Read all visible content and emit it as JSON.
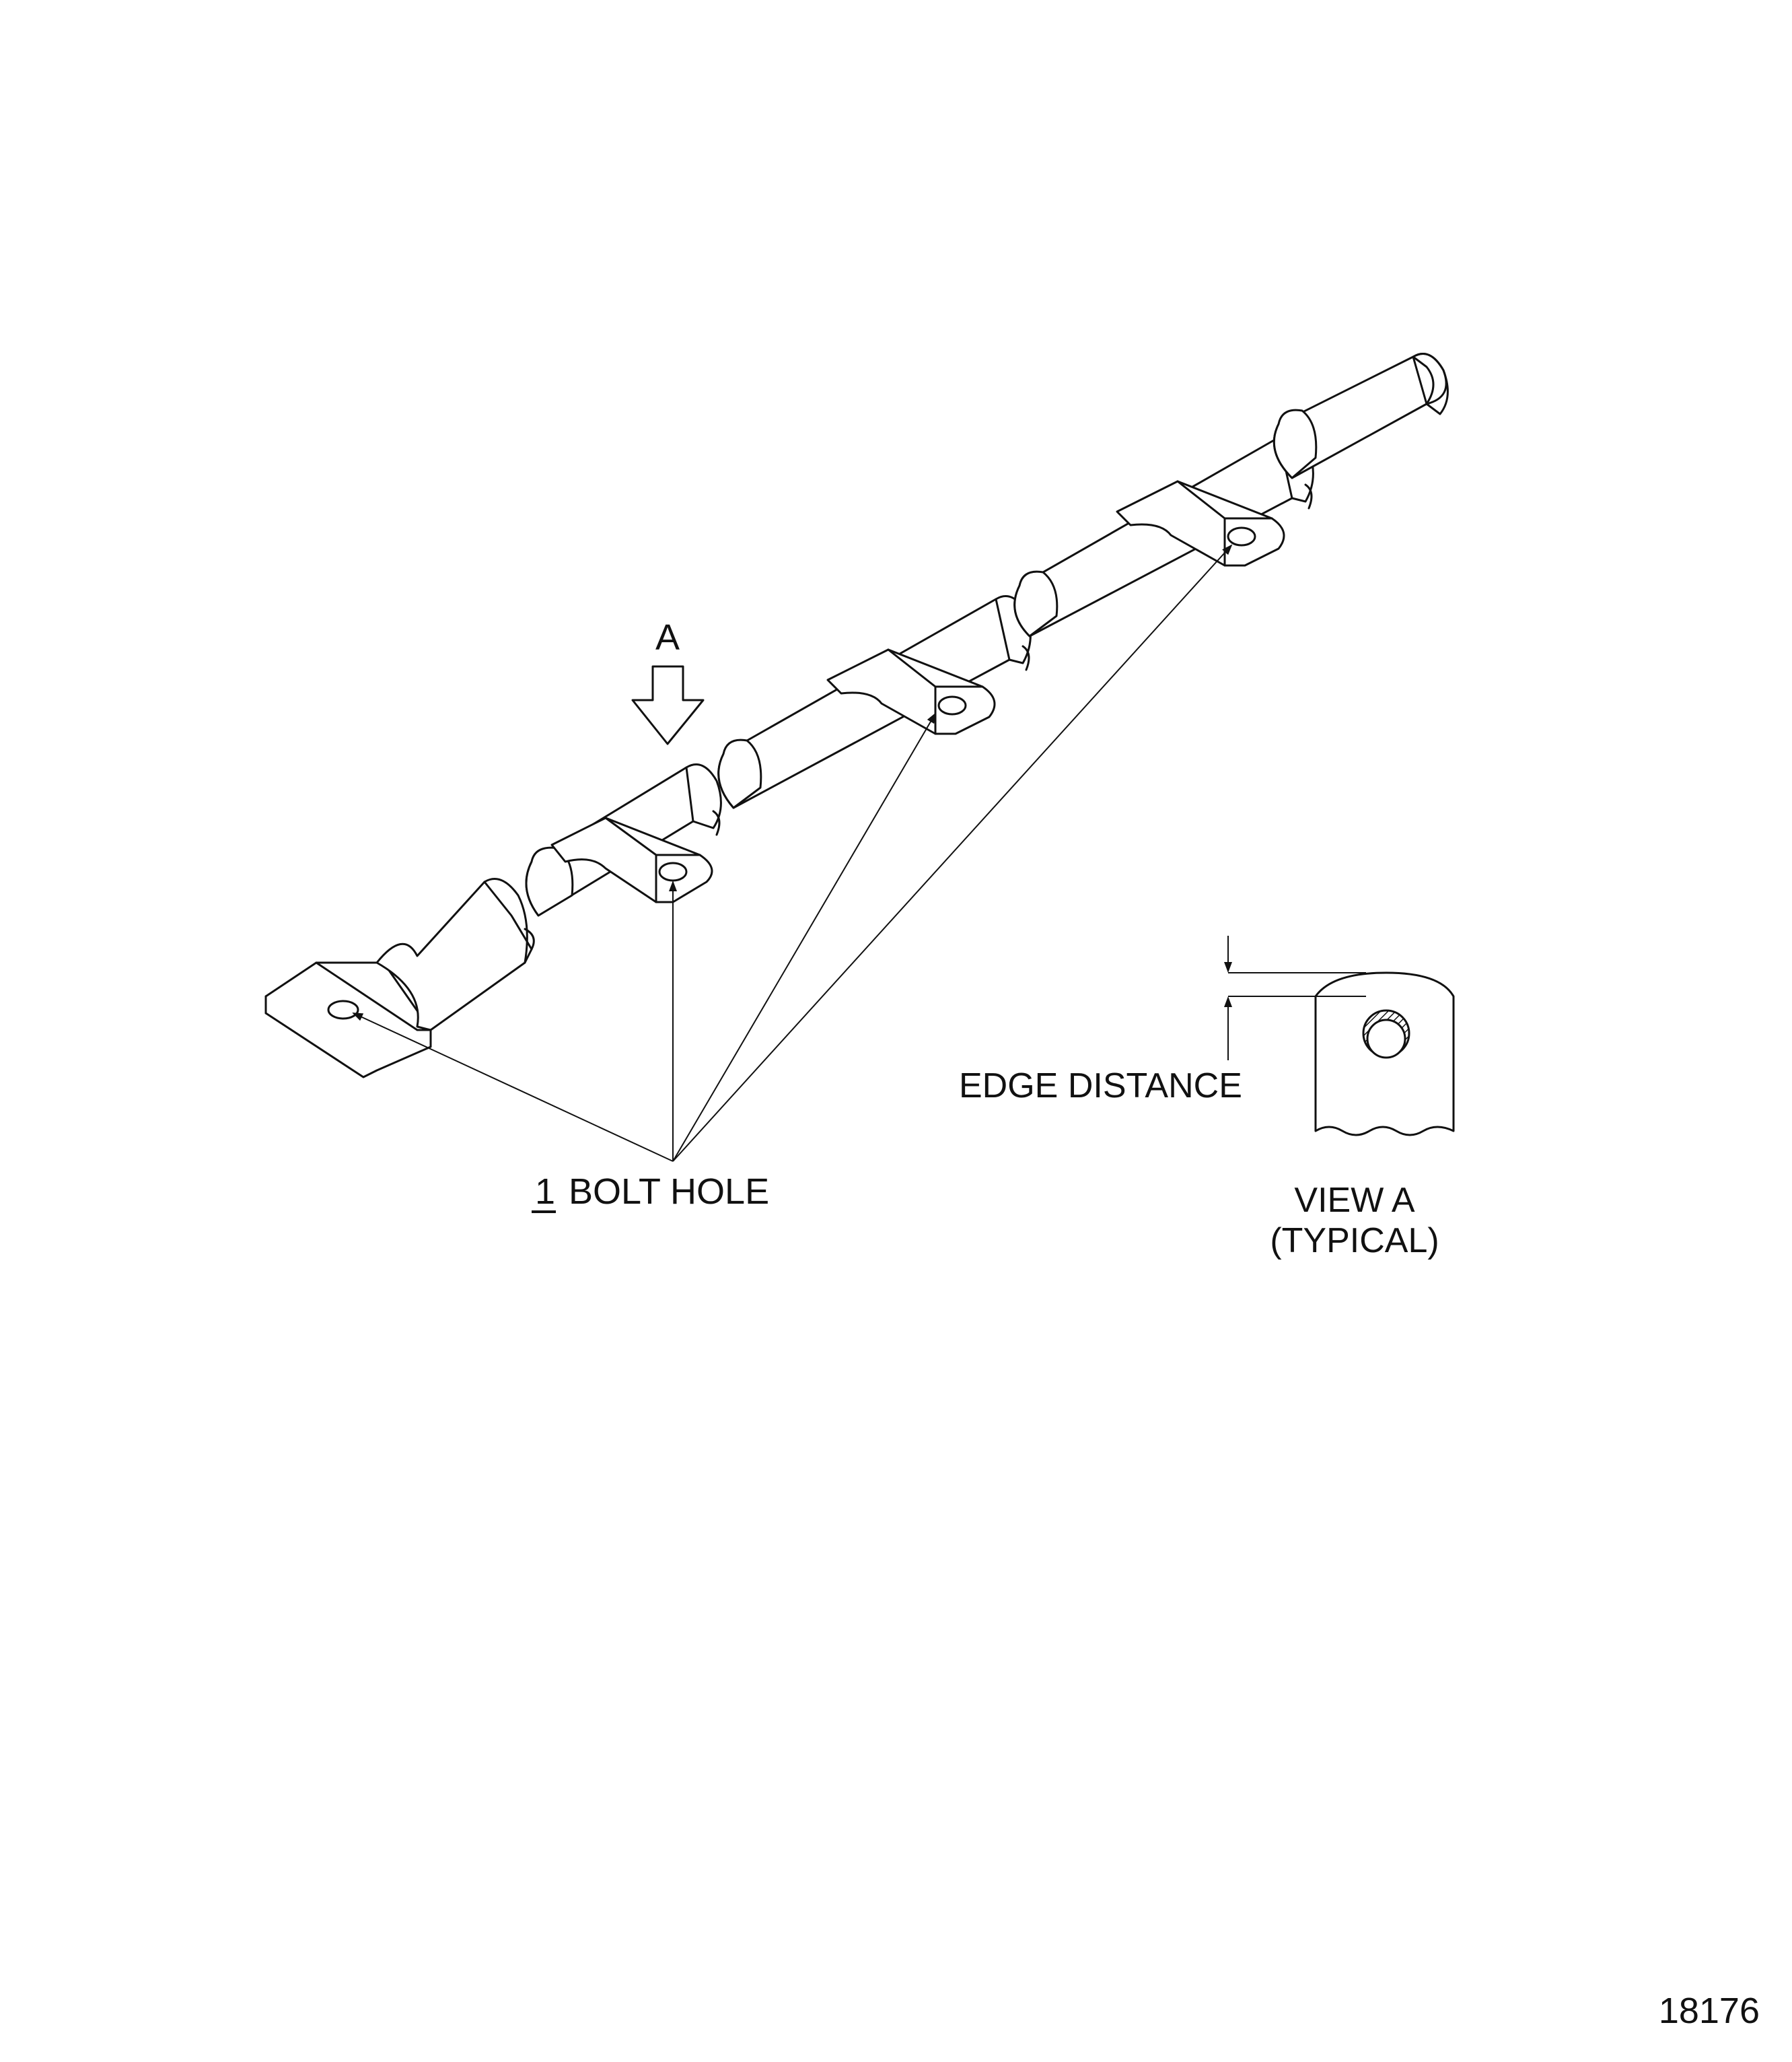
{
  "labels": {
    "view_arrow": "A",
    "bolt_hole_index": "1",
    "bolt_hole": "BOLT HOLE",
    "edge_distance": "EDGE DISTANCE",
    "view_title": "VIEW A",
    "view_subtitle": "(TYPICAL)",
    "figure_number": "18176"
  }
}
